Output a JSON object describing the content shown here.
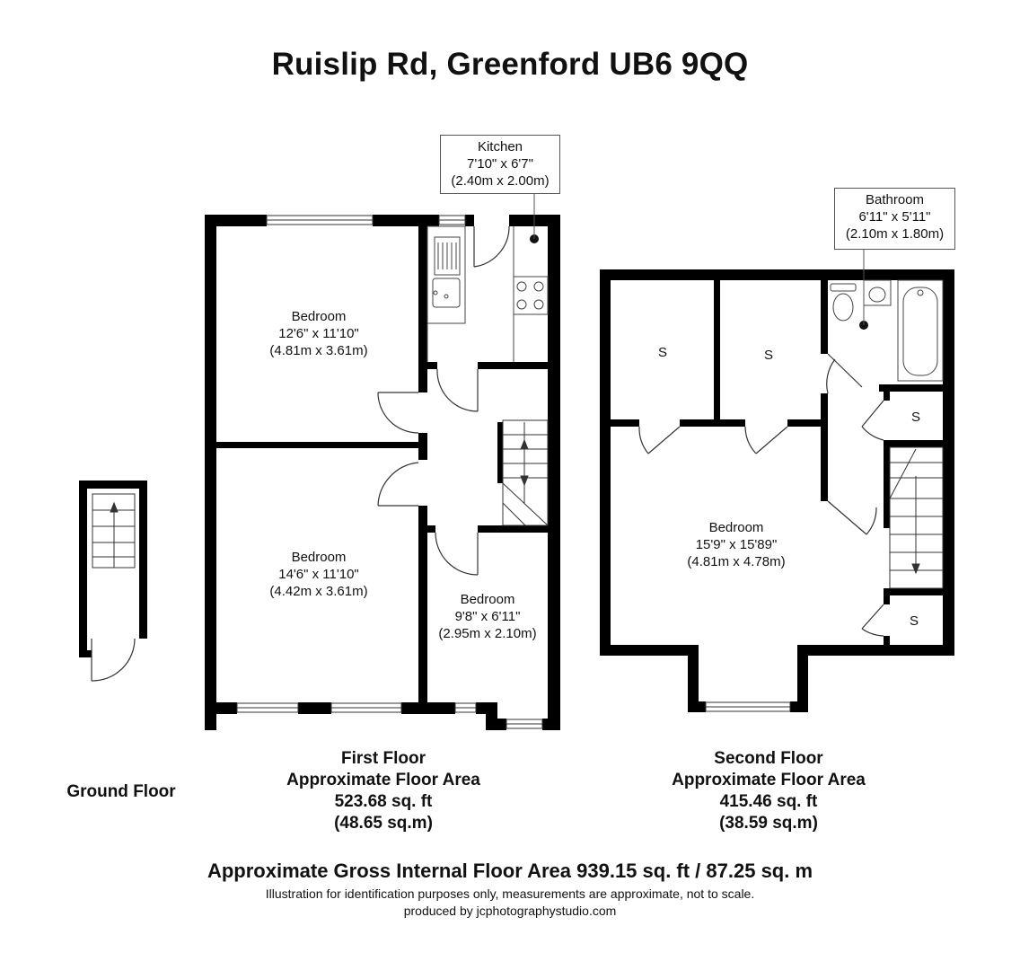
{
  "title": "Ruislip Rd, Greenford UB6 9QQ",
  "first_floor": {
    "rooms": [
      {
        "id": "bedroom1",
        "name": "Bedroom",
        "dims_imperial": "12'6\" x 11'10\"",
        "dims_metric": "(4.81m x 3.61m)"
      },
      {
        "id": "bedroom2",
        "name": "Bedroom",
        "dims_imperial": "14'6\" x 11'10\"",
        "dims_metric": "(4.42m x 3.61m)"
      },
      {
        "id": "bedroom3",
        "name": "Bedroom",
        "dims_imperial": "9'8\" x 6'11\"",
        "dims_metric": "(2.95m x 2.10m)"
      }
    ],
    "kitchen": {
      "name": "Kitchen",
      "dims_imperial": "7'10\" x 6'7\"",
      "dims_metric": "(2.40m x 2.00m)"
    },
    "caption": {
      "line1": "First Floor",
      "line2": "Approximate Floor Area",
      "line3": "523.68 sq. ft",
      "line4": "(48.65 sq.m)"
    }
  },
  "second_floor": {
    "bedroom": {
      "name": "Bedroom",
      "dims_imperial": "15'9\" x 15'89\"",
      "dims_metric": "(4.81m x 4.78m)"
    },
    "bathroom": {
      "name": "Bathroom",
      "dims_imperial": "6'11\" x 5'11\"",
      "dims_metric": "(2.10m x 1.80m)"
    },
    "storage_label": "S",
    "caption": {
      "line1": "Second Floor",
      "line2": "Approximate Floor Area",
      "line3": "415.46 sq. ft",
      "line4": "(38.59 sq.m)"
    }
  },
  "ground_floor": {
    "caption": "Ground Floor"
  },
  "footer": {
    "gross_area": "Approximate Gross Internal Floor Area 939.15 sq. ft / 87.25 sq. m",
    "disclaimer": "Illustration for identification purposes only, measurements are approximate, not to scale.",
    "credit": "produced by jcphotographystudio.com"
  }
}
